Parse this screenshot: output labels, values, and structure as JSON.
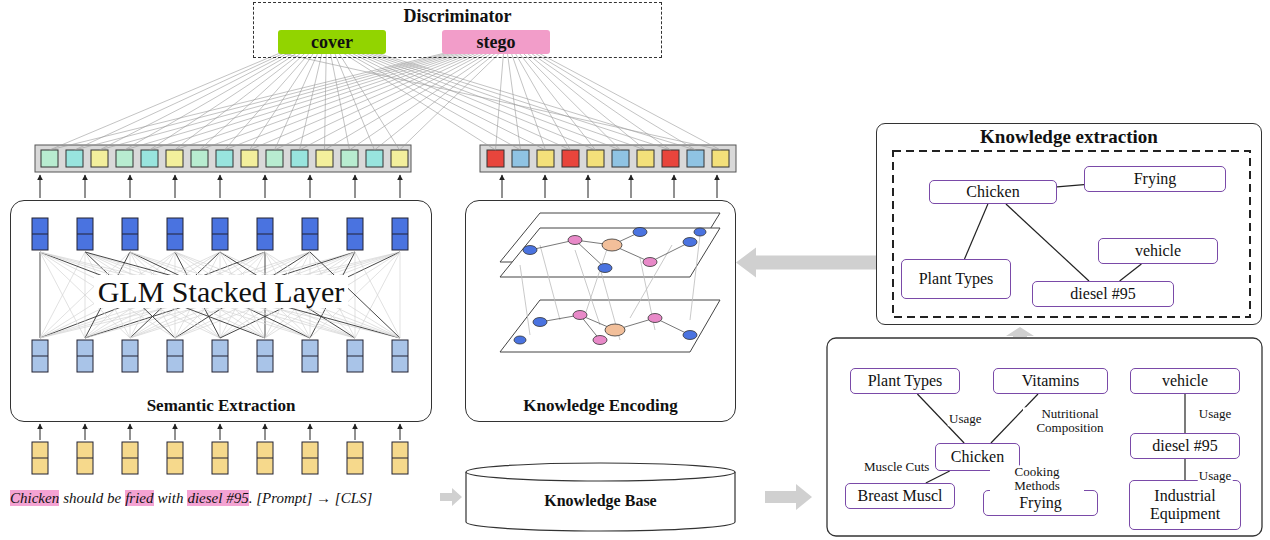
{
  "diagram": {
    "nodes": [
      {
        "text": [
          "Discriminator"
        ]
      },
      {
        "text": [
          "cover"
        ],
        "in": 0
      },
      {
        "text": [
          "stego"
        ],
        "in": 0
      },
      {
        "text": [
          "GLM Stacked Layer",
          "Semantic Extraction"
        ]
      },
      {
        "text": [
          "Knowledge Encoding"
        ]
      },
      {
        "text": [
          "Knowledge extraction"
        ]
      },
      {
        "text": [
          "Chicken"
        ],
        "in": 5
      },
      {
        "text": [
          "Frying"
        ],
        "in": 5
      },
      {
        "text": [
          "vehicle"
        ],
        "in": 5
      },
      {
        "text": [
          "Plant Types"
        ],
        "in": 5
      },
      {
        "text": [
          "diesel #95"
        ],
        "in": 5
      },
      {
        "text": [
          "Knowledge Base"
        ]
      },
      {
        "text": [
          "Plant Types"
        ]
      },
      {
        "text": [
          "Vitamins"
        ]
      },
      {
        "text": [
          "vehicle"
        ]
      },
      {
        "text": [
          "Chicken"
        ]
      },
      {
        "text": [
          "diesel #95"
        ]
      },
      {
        "text": [
          "Breast Muscl"
        ]
      },
      {
        "text": [
          "Frying"
        ]
      },
      {
        "text": [
          "Industrial Equipment"
        ]
      }
    ],
    "edges": [
      {
        "from": 5,
        "to": 4,
        "arrow": "to"
      },
      {
        "from": 6,
        "to": 7,
        "arrow": "none"
      },
      {
        "from": 6,
        "to": 9,
        "arrow": "none"
      },
      {
        "from": 6,
        "to": 10,
        "arrow": "none"
      },
      {
        "from": 8,
        "to": 10,
        "arrow": "none"
      },
      {
        "from": 12,
        "to": 15,
        "label": "Usage",
        "arrow": "none"
      },
      {
        "from": 13,
        "to": 15,
        "label": "Nutritional Composition",
        "arrow": "none"
      },
      {
        "from": 15,
        "to": 17,
        "label": "Muscle Cuts",
        "arrow": "none"
      },
      {
        "from": 15,
        "to": 18,
        "label": "Cooking Methods",
        "arrow": "none"
      },
      {
        "from": 14,
        "to": 16,
        "label": "Usage",
        "arrow": "none"
      },
      {
        "from": 16,
        "to": 19,
        "label": "Usage",
        "arrow": "none"
      }
    ],
    "labels": [
      "Chicken",
      "should be",
      "fried",
      "with",
      "diesel #95",
      ". [Prompt] → [CLS]"
    ]
  }
}
